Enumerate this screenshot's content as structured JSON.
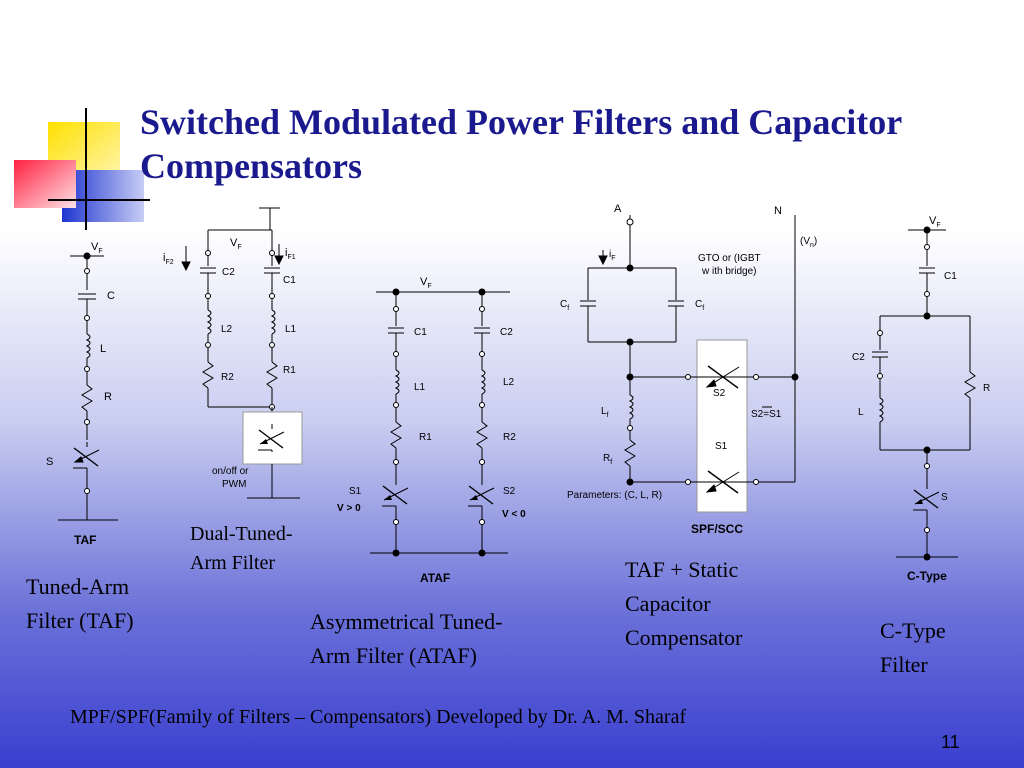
{
  "slide": {
    "title": "Switched Modulated Power Filters and Capacitor Compensators",
    "footer": "MPF/SPF(Family of Filters – Compensators) Developed by Dr. A. M. Sharaf",
    "page_number": "11"
  },
  "captions": {
    "taf": "Tuned-Arm\nFilter (TAF)",
    "dual": "Dual-Tuned-\nArm Filter",
    "ataf": "Asymmetrical Tuned-\nArm Filter (ATAF)",
    "spf": "TAF + Static\nCapacitor\nCompensator",
    "ctype": "C-Type\nFilter"
  },
  "circuit_labels": {
    "taf": {
      "vf": "V",
      "vf_sub": "F",
      "c": "C",
      "l": "L",
      "r": "R",
      "s": "S",
      "name": "TAF"
    },
    "dual": {
      "vf": "V",
      "vf_sub": "F",
      "if2": "i",
      "if2_sub": "F2",
      "if1": "i",
      "if1_sub": "F1",
      "c2": "C2",
      "c1": "C1",
      "l2": "L2",
      "l1": "L1",
      "r2": "R2",
      "r1": "R1",
      "switch_note_1": "on/off or",
      "switch_note_2": "PWM"
    },
    "ataf": {
      "vf": "V",
      "vf_sub": "F",
      "c1": "C1",
      "c2": "C2",
      "l1": "L1",
      "l2": "L2",
      "r1": "R1",
      "r2": "R2",
      "s1": "S1",
      "s2": "S2",
      "v_pos": "V > 0",
      "v_neg": "V < 0",
      "name": "ATAF"
    },
    "spf": {
      "a": "A",
      "n": "N",
      "if": "i",
      "if_sub": "F",
      "vn": "(V",
      "vn_sub": "n",
      "vn_close": ")",
      "gto_1": "GTO or (IGBT",
      "gto_2": "w ith bridge)",
      "cf": "C",
      "cf_sub": "f",
      "lf": "L",
      "lf_sub": "f",
      "rf": "R",
      "rf_sub": "f",
      "s2": "S2",
      "s1": "S1",
      "s2s1": "S2=S1",
      "params": "Parameters: (C",
      "params_rest": ", L, R)",
      "name": "SPF/SCC"
    },
    "ctype": {
      "vf": "V",
      "vf_sub": "F",
      "c1": "C1",
      "c2": "C2",
      "l": "L",
      "r": "R",
      "s": "S",
      "name": "C-Type"
    }
  },
  "colors": {
    "title": "#1a1a8e",
    "logo_yellow": "#ffd700",
    "logo_blue": "#2b3fd6",
    "logo_red": "#ff3344"
  }
}
